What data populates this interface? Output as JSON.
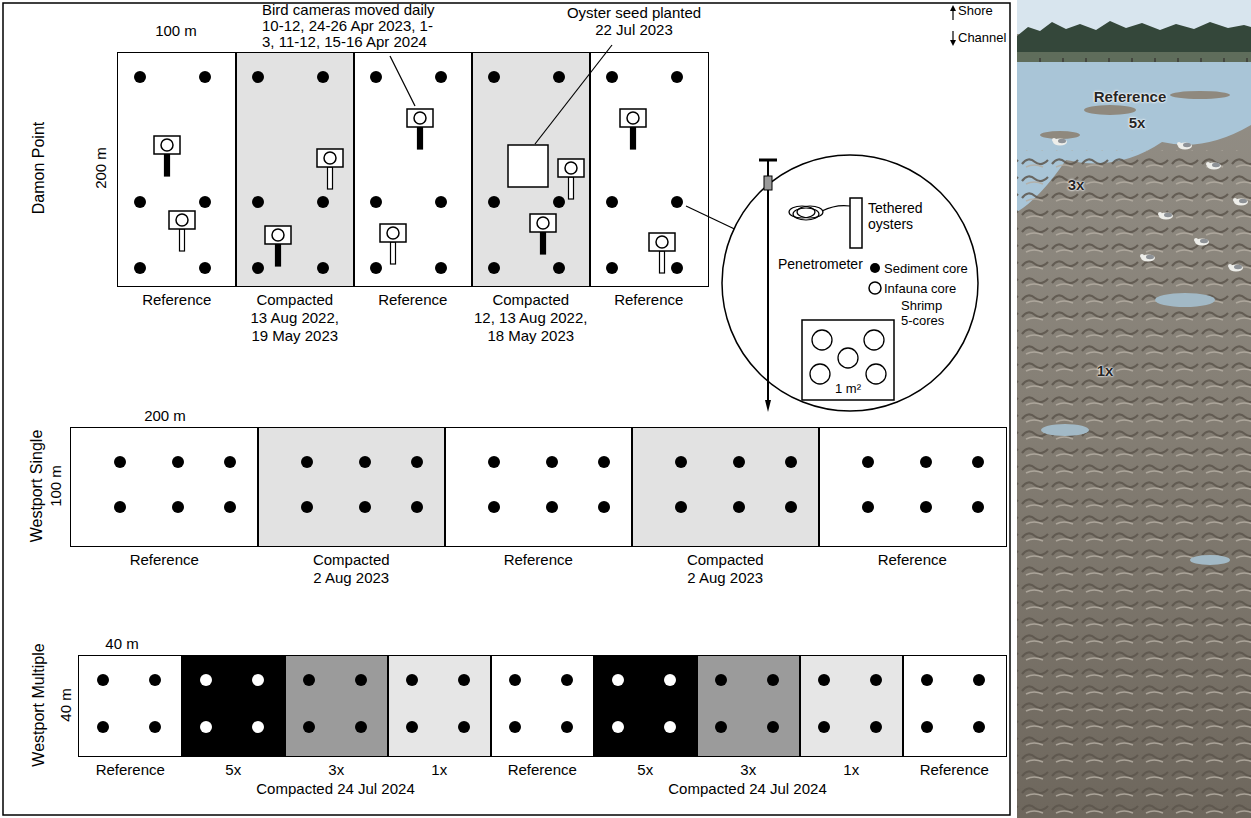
{
  "diagram": {
    "nodes": [
      {
        "text": [
          "Damon Point"
        ]
      },
      {
        "text": [
          "Reference"
        ],
        "in": 0
      },
      {
        "text": [
          "Compacted",
          "13 Aug 2022, 19 May 2023"
        ],
        "in": 0
      },
      {
        "text": [
          "Reference"
        ],
        "in": 0
      },
      {
        "text": [
          "Compacted",
          "12, 13 Aug 2022, 18 May 2023"
        ],
        "in": 0
      },
      {
        "text": [
          "Reference"
        ],
        "in": 0
      },
      {
        "text": [
          "Westport Single"
        ]
      },
      {
        "text": [
          "Reference"
        ],
        "in": 6
      },
      {
        "text": [
          "Compacted",
          "2 Aug 2023"
        ],
        "in": 6
      },
      {
        "text": [
          "Reference"
        ],
        "in": 6
      },
      {
        "text": [
          "Compacted",
          "2 Aug 2023"
        ],
        "in": 6
      },
      {
        "text": [
          "Reference"
        ],
        "in": 6
      },
      {
        "text": [
          "Westport Multiple"
        ]
      },
      {
        "text": [
          "Reference"
        ],
        "in": 12
      },
      {
        "text": [
          "5x"
        ],
        "in": 12
      },
      {
        "text": [
          "3x"
        ],
        "in": 12
      },
      {
        "text": [
          "1x"
        ],
        "in": 12
      },
      {
        "text": [
          "Reference"
        ],
        "in": 12
      },
      {
        "text": [
          "5x"
        ],
        "in": 12
      },
      {
        "text": [
          "3x"
        ],
        "in": 12
      },
      {
        "text": [
          "1x"
        ],
        "in": 12
      },
      {
        "text": [
          "Reference"
        ],
        "in": 12
      }
    ],
    "labels": [
      "Bird cameras moved daily 10-12, 24-26 Apr 2023, 1-3, 11-12, 15-16 Apr 2024",
      "Oyster seed planted 22 Jul 2023",
      "Shore",
      "Channel",
      "100 m",
      "200 m",
      "Tethered oysters",
      "Penetrometer",
      "Sediment core",
      "Infauna core",
      "Shrimp 5-cores",
      "1 m²",
      "200 m",
      "100 m",
      "40 m",
      "40 m",
      "Compacted 24 Jul 2024",
      "Compacted 24 Jul 2024",
      "Reference",
      "5x",
      "3x",
      "1x"
    ]
  }
}
